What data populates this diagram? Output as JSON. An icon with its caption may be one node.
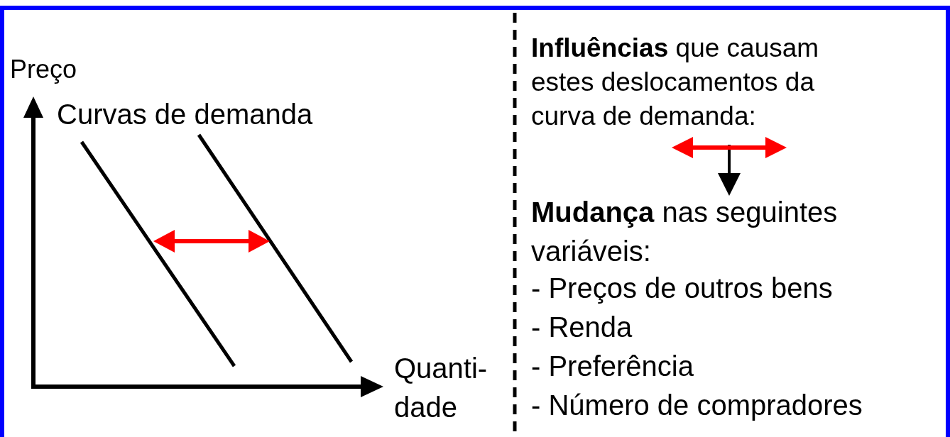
{
  "diagram": {
    "nodes": [
      {
        "text": [
          "**Influências** que causam estes deslocamentos da curva de demanda:"
        ]
      },
      {
        "text": [
          "**Mudança** nas seguintes variáveis:"
        ]
      }
    ],
    "edges": [
      {
        "from": 0,
        "to": 1,
        "arrow": "to"
      }
    ],
    "labels": [
      "Preço",
      "Curvas de demanda",
      "Quanti- dade",
      "- Preços de outros bens",
      "- Renda",
      "- Preferência",
      "- Número de compradores"
    ]
  }
}
